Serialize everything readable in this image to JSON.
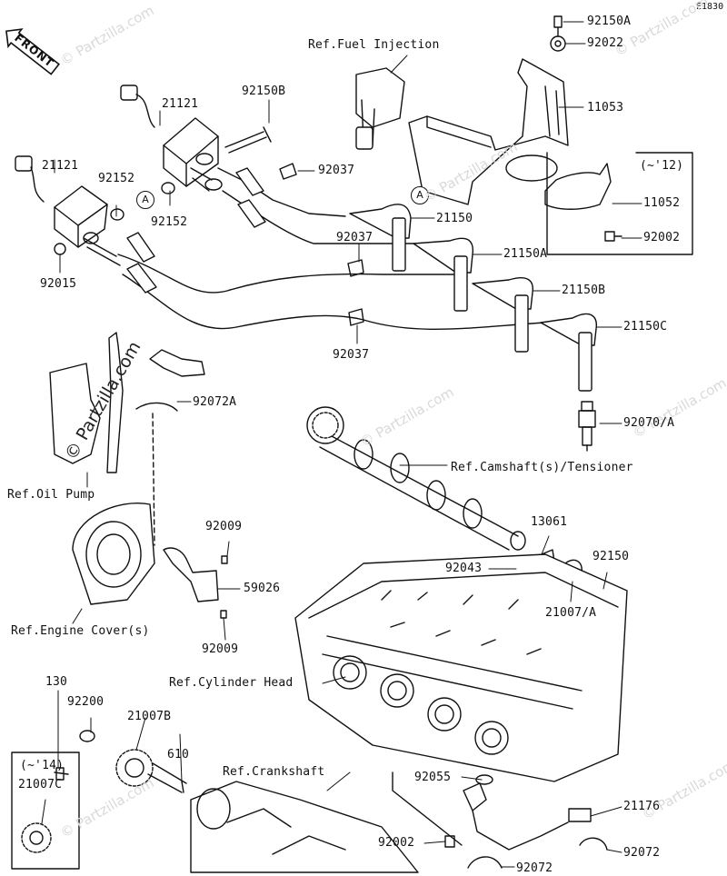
{
  "diagram_code": "E1830",
  "front_label": "FRONT",
  "callout_letter": "A",
  "watermark": "© Partzilla.com",
  "references": {
    "fuel_injection": "Ref.Fuel Injection",
    "oil_pump": "Ref.Oil Pump",
    "engine_cover": "Ref.Engine Cover(s)",
    "camshaft": "Ref.Camshaft(s)/Tensioner",
    "cylinder_head": "Ref.Cylinder Head",
    "crankshaft": "Ref.Crankshaft"
  },
  "parts": {
    "p92150A": "92150A",
    "p92022": "92022",
    "p11053": "11053",
    "year12": "(~'12)",
    "p11052": "11052",
    "p92002a": "92002",
    "p21121a": "21121",
    "p92150B": "92150B",
    "p21121b": "21121",
    "p92037a": "92037",
    "p92152a": "92152",
    "p92152b": "92152",
    "p21150": "21150",
    "p92037b": "92037",
    "p21150A": "21150A",
    "p92015": "92015",
    "p21150B": "21150B",
    "p21150C": "21150C",
    "p92037c": "92037",
    "p92072A": "92072A",
    "p92070A": "92070/A",
    "p13061": "13061",
    "p92043": "92043",
    "p92150": "92150",
    "p92009a": "92009",
    "p59026": "59026",
    "p21007A": "21007/A",
    "p92009b": "92009",
    "p130": "130",
    "p92200": "92200",
    "p21007B": "21007B",
    "p610": "610",
    "year14": "(~'14)",
    "p21007C": "21007C",
    "p92055": "92055",
    "p21176": "21176",
    "p92002b": "92002",
    "p92072a": "92072",
    "p92072b": "92072"
  }
}
